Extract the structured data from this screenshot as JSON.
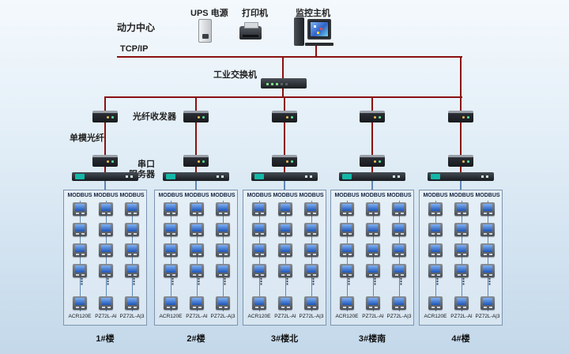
{
  "header": {
    "power_center": "动力中心",
    "ups": "UPS 电源",
    "printer": "打印机",
    "host": "监控主机"
  },
  "network": {
    "tcpip": "TCP/IP",
    "switch": "工业交换机",
    "fiber_transceiver": "光纤收发器",
    "single_mode_fiber": "单模光纤",
    "serial_server": [
      "串口",
      "服务器"
    ]
  },
  "group_template": {
    "modbus_headers": [
      "MODBUS",
      "MODBUS",
      "MODBUS"
    ],
    "model_labels": [
      "ACR120E",
      "PZ72L-AI",
      "PZ72L-A|3"
    ],
    "ellipsis": "⋮",
    "meter_columns": 3,
    "meter_rows_before_dots": 4,
    "meter_rows_after_dots": 1
  },
  "groups": [
    {
      "name": "1#楼"
    },
    {
      "name": "2#楼"
    },
    {
      "name": "3#楼北"
    },
    {
      "name": "3#楼南"
    },
    {
      "name": "4#楼"
    }
  ],
  "colors": {
    "backbone_line": "#8a1111",
    "column_line": "#5f87b5",
    "box_border": "#7d94ae",
    "meter_screen": "#1d55b8",
    "meter_screen_highlight": "#7fb0f2",
    "serial_accent": "#14b8a8"
  }
}
